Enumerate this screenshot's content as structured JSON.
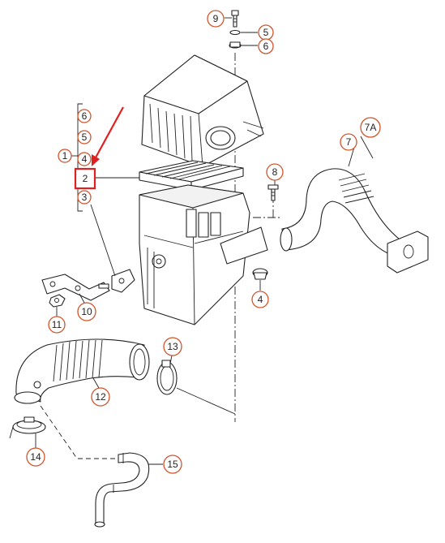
{
  "callouts": {
    "c9": "9",
    "c5_top": "5",
    "c6_top": "6",
    "c7a": "7A",
    "c7": "7",
    "c8": "8",
    "c4_right": "4",
    "c13": "13",
    "c10": "10",
    "c11": "11",
    "c12": "12",
    "c14": "14",
    "c15": "15"
  },
  "stack_labels": {
    "s6": "6",
    "s5": "5",
    "s1": "1",
    "s4": "4",
    "s2": "2",
    "s3": "3"
  },
  "highlight": {
    "color": "#e02020",
    "label": "2"
  }
}
